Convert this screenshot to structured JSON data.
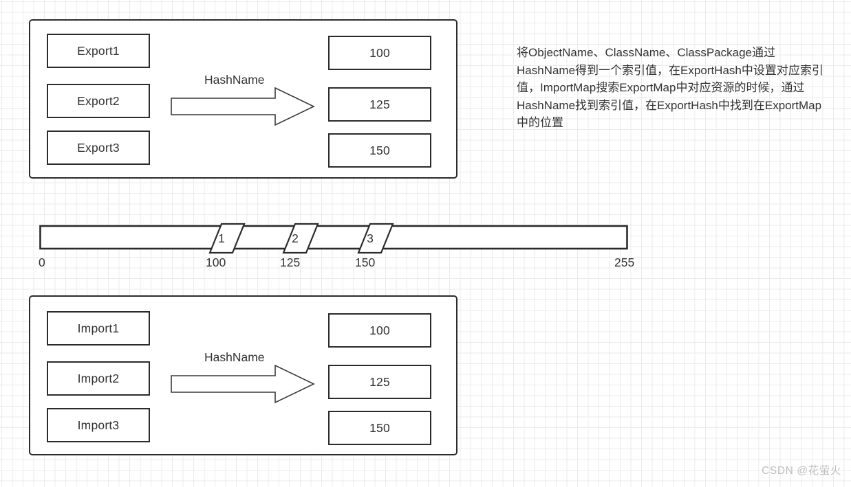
{
  "page": {
    "background_color": "#ffffff",
    "grid_minor_color": "#ebebeb",
    "grid_major_color": "#dcdcdc",
    "stroke_color": "#2b2b2b",
    "text_color": "#333333"
  },
  "export_group": {
    "sources": [
      "Export1",
      "Export2",
      "Export3"
    ],
    "arrow_label": "HashName",
    "hashes": [
      "100",
      "125",
      "150"
    ]
  },
  "hash_bar": {
    "start_label": "0",
    "end_label": "255",
    "markers": [
      {
        "id": "1",
        "value_label": "100"
      },
      {
        "id": "2",
        "value_label": "125"
      },
      {
        "id": "3",
        "value_label": "150"
      }
    ]
  },
  "import_group": {
    "sources": [
      "Import1",
      "Import2",
      "Import3"
    ],
    "arrow_label": "HashName",
    "hashes": [
      "100",
      "125",
      "150"
    ]
  },
  "note": {
    "text": "将ObjectName、ClassName、ClassPackage通过HashName得到一个索引值，在ExportHash中设置对应索引值，ImportMap搜索ExportMap中对应资源的时候，通过HashName找到索引值，在ExportHash中找到在ExportMap中的位置"
  },
  "watermark": {
    "text": "CSDN @花萤火"
  }
}
